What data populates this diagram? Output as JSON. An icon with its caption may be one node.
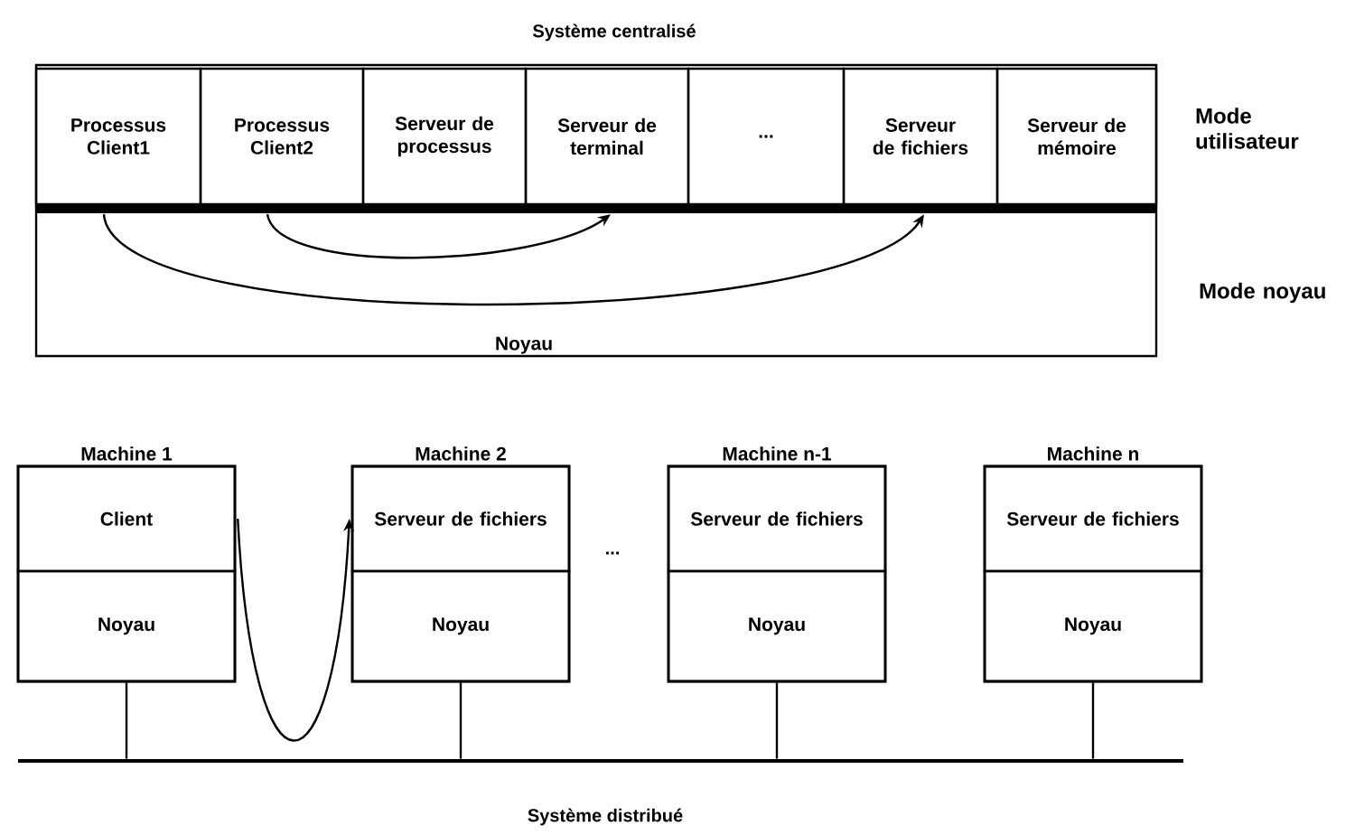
{
  "diagram": {
    "nodes": [
      {
        "text": [
          "Noyau"
        ]
      },
      {
        "text": [
          "Processus Client1"
        ],
        "in": 0
      },
      {
        "text": [
          "Processus Client2"
        ],
        "in": 0
      },
      {
        "text": [
          "Serveur de processus"
        ],
        "in": 0
      },
      {
        "text": [
          "Serveur de terminal"
        ],
        "in": 0
      },
      {
        "text": [
          "..."
        ],
        "in": 0
      },
      {
        "text": [
          "Serveur de fichiers"
        ],
        "in": 0
      },
      {
        "text": [
          "Serveur de mémoire"
        ],
        "in": 0
      },
      {
        "text": [
          "Machine 1"
        ]
      },
      {
        "text": [
          "Client"
        ],
        "in": 8
      },
      {
        "text": [
          "Noyau"
        ],
        "in": 8
      },
      {
        "text": [
          "Machine 2"
        ]
      },
      {
        "text": [
          "Serveur de fichiers"
        ],
        "in": 11
      },
      {
        "text": [
          "Noyau"
        ],
        "in": 11
      },
      {
        "text": [
          "Machine n-1"
        ]
      },
      {
        "text": [
          "Serveur de fichiers"
        ],
        "in": 14
      },
      {
        "text": [
          "Noyau"
        ],
        "in": 14
      },
      {
        "text": [
          "Machine n"
        ]
      },
      {
        "text": [
          "Serveur de fichiers"
        ],
        "in": 17
      },
      {
        "text": [
          "Noyau"
        ],
        "in": 17
      },
      {
        "text": [],
        "shape": "bar"
      }
    ],
    "edges": [
      {
        "from": 1,
        "to": 6,
        "arrow": "to"
      },
      {
        "from": 2,
        "to": 4,
        "arrow": "to"
      },
      {
        "from": 9,
        "to": 12,
        "arrow": "to"
      },
      {
        "from": 8,
        "to": 20,
        "arrow": "none"
      },
      {
        "from": 11,
        "to": 20,
        "arrow": "none"
      },
      {
        "from": 14,
        "to": 20,
        "arrow": "none"
      },
      {
        "from": 17,
        "to": 20,
        "arrow": "none"
      }
    ],
    "labels": [
      "Système centralisé",
      "Mode utilisateur",
      "Mode noyau",
      "...",
      "Système distribué"
    ]
  }
}
